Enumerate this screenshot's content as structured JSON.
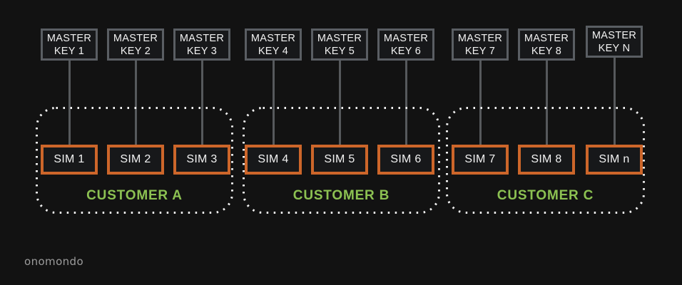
{
  "colors": {
    "background": "#121212",
    "box_fill": "#17181a",
    "box_text": "#f2f2f2",
    "master_border": "#5a5e63",
    "sim_border": "#cd662a",
    "line": "#56595c",
    "dot": "#f2f2f2",
    "group_label": "#8cc152",
    "logo": "#9c9c9c"
  },
  "diagram": {
    "master_keys": [
      {
        "line1": "MASTER",
        "line2": "KEY 1"
      },
      {
        "line1": "MASTER",
        "line2": "KEY 2"
      },
      {
        "line1": "MASTER",
        "line2": "KEY 3"
      },
      {
        "line1": "MASTER",
        "line2": "KEY 4"
      },
      {
        "line1": "MASTER",
        "line2": "KEY 5"
      },
      {
        "line1": "MASTER",
        "line2": "KEY 6"
      },
      {
        "line1": "MASTER",
        "line2": "KEY 7"
      },
      {
        "line1": "MASTER",
        "line2": "KEY 8"
      },
      {
        "line1": "MASTER",
        "line2": "KEY N"
      }
    ],
    "groups": [
      {
        "label": "CUSTOMER A",
        "sims": [
          "SIM 1",
          "SIM 2",
          "SIM 3"
        ]
      },
      {
        "label": "CUSTOMER B",
        "sims": [
          "SIM 4",
          "SIM 5",
          "SIM 6"
        ]
      },
      {
        "label": "CUSTOMER C",
        "sims": [
          "SIM 7",
          "SIM 8",
          "SIM n"
        ]
      }
    ]
  },
  "footer": {
    "logo": "onomondo"
  }
}
